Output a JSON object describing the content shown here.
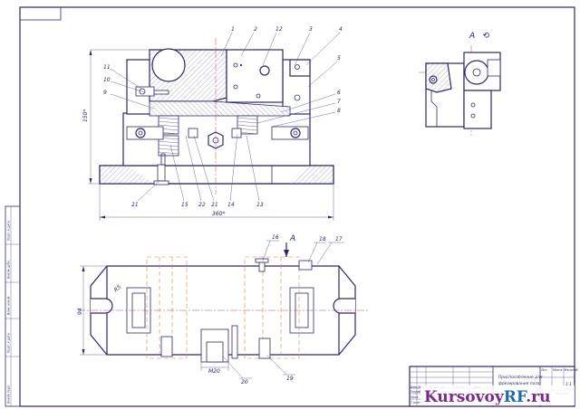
{
  "drawing": {
    "section_label": "А",
    "view_label": "А ",
    "view_rotation_mark": "⟲",
    "callouts_front": [
      "1",
      "2",
      "12",
      "3",
      "4",
      "5",
      "11",
      "10",
      "9",
      "6",
      "7",
      "8",
      "21",
      "15",
      "22",
      "21",
      "14",
      "13"
    ],
    "callouts_plan": [
      "16",
      "18",
      "17",
      "20",
      "19"
    ],
    "dims": {
      "width_front": "360*",
      "height_front": "150*",
      "height_plan": "94",
      "width_plan_detail": "M20",
      "angle_mark": "R5"
    }
  },
  "title_block": {
    "title_line1": "Приспособление для",
    "title_line2": "фрезерования паза",
    "sheet_label": "Лист",
    "sheets_label": "Листов",
    "sheet_scale": "1:1",
    "col_headers": [
      "Изм",
      "Лист",
      "№ докум.",
      "Подп.",
      "Дата"
    ],
    "roles": [
      "Разраб.",
      "Пров.",
      "Т.контр.",
      "Н.контр.",
      "Утв."
    ],
    "lit_label": "Лит.",
    "mass_label": "Масса",
    "scale_label": "Масштаб"
  },
  "side_stamp": {
    "cells": [
      "Инв.№ подл.",
      "Подп. и дата",
      "Взам. инв.№",
      "Инв.№ дубл.",
      "Подп. и дата"
    ]
  },
  "watermark": {
    "part1": "Kursovoy",
    "part2": "RF",
    "part3": ".ru"
  }
}
